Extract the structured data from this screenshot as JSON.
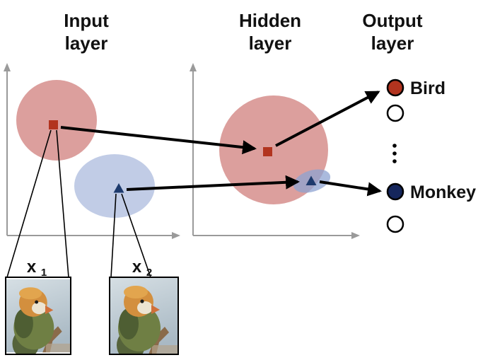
{
  "titles": {
    "input": [
      "Input",
      "layer"
    ],
    "hidden": [
      "Hidden",
      "layer"
    ],
    "output": [
      "Output",
      "layer"
    ]
  },
  "output_nodes": {
    "bird": {
      "label": "Bird",
      "color": "#b2341f"
    },
    "monkey": {
      "label": "Monkey",
      "color": "#15265c"
    }
  },
  "input_labels": {
    "x1": {
      "base": "x",
      "sub": "1"
    },
    "x2": {
      "base": "x",
      "sub": "2"
    }
  },
  "colors": {
    "marker_red": "#b2341f",
    "marker_blue": "#1d3a6d",
    "cluster_red": "#c0504d",
    "cluster_blue": "#8ea3d2",
    "axis": "#9a9a9a",
    "arrow": "#000000"
  }
}
